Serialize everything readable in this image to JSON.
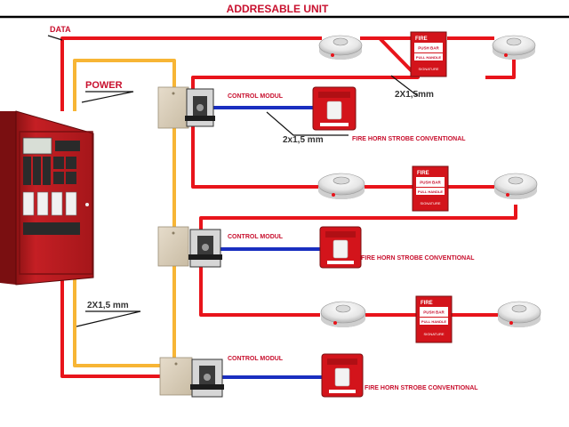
{
  "title": "ADDRESABLE UNIT",
  "labels": {
    "data": "DATA",
    "power": "POWER",
    "cable_top": "2X1,5mm",
    "cable_mid": "2x1,5 mm",
    "cable_left": "2X1,5 mm",
    "control_1": "CONTROL MODUL",
    "control_2": "CONTROL MODUL",
    "control_3": "CONTROL MODUL",
    "horn_1": "FIRE HORN STROBE CONVENTIONAL",
    "horn_2": "FIRE HORN STROBE CONVENTIONAL",
    "horn_3": "FIRE HORN STROBE CONVENTIONAL"
  },
  "device_text": {
    "pull_fire": "FIRE",
    "pull_push": "PUSH BAR",
    "pull_handle": "PULL HANDLE",
    "pull_brand": "SIGNATURE"
  },
  "colors": {
    "signal_wire": "#e8141b",
    "power_wire": "#f7b535",
    "horn_wire": "#1a2fc0",
    "panel_red": "#c41f24",
    "label_red": "#c8102e"
  }
}
